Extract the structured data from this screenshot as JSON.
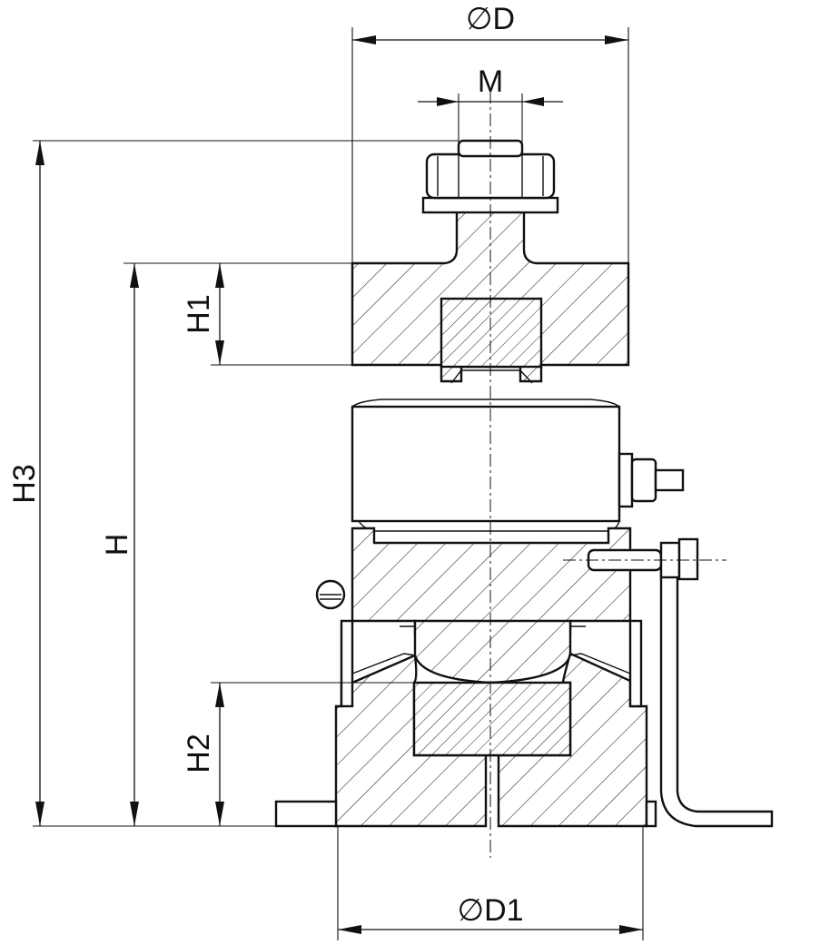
{
  "dimensions": {
    "D": "∅D",
    "M": "M",
    "H1": "H1",
    "H": "H",
    "H3": "H3",
    "H2": "H2",
    "D1": "∅D1"
  }
}
